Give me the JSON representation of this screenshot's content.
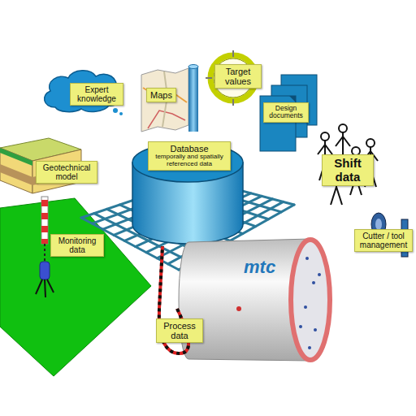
{
  "diagram": {
    "nodes": [
      {
        "text": [
          "Expert knowledge"
        ]
      },
      {
        "text": [
          "Maps"
        ]
      },
      {
        "text": [
          "Target values"
        ]
      },
      {
        "text": [
          "Design documents"
        ]
      },
      {
        "text": [
          "Database",
          "temporally and spatially referenced data"
        ]
      },
      {
        "text": [
          "Shift data"
        ]
      },
      {
        "text": [
          "Geotechnical model"
        ]
      },
      {
        "text": [
          "Monitoring data"
        ]
      },
      {
        "text": [
          "mtc"
        ]
      },
      {
        "text": [
          "Cutter / tool management"
        ]
      }
    ],
    "edges": [
      {
        "from": 8,
        "to": 4,
        "arrow": "none",
        "label": "Process data"
      }
    ]
  }
}
